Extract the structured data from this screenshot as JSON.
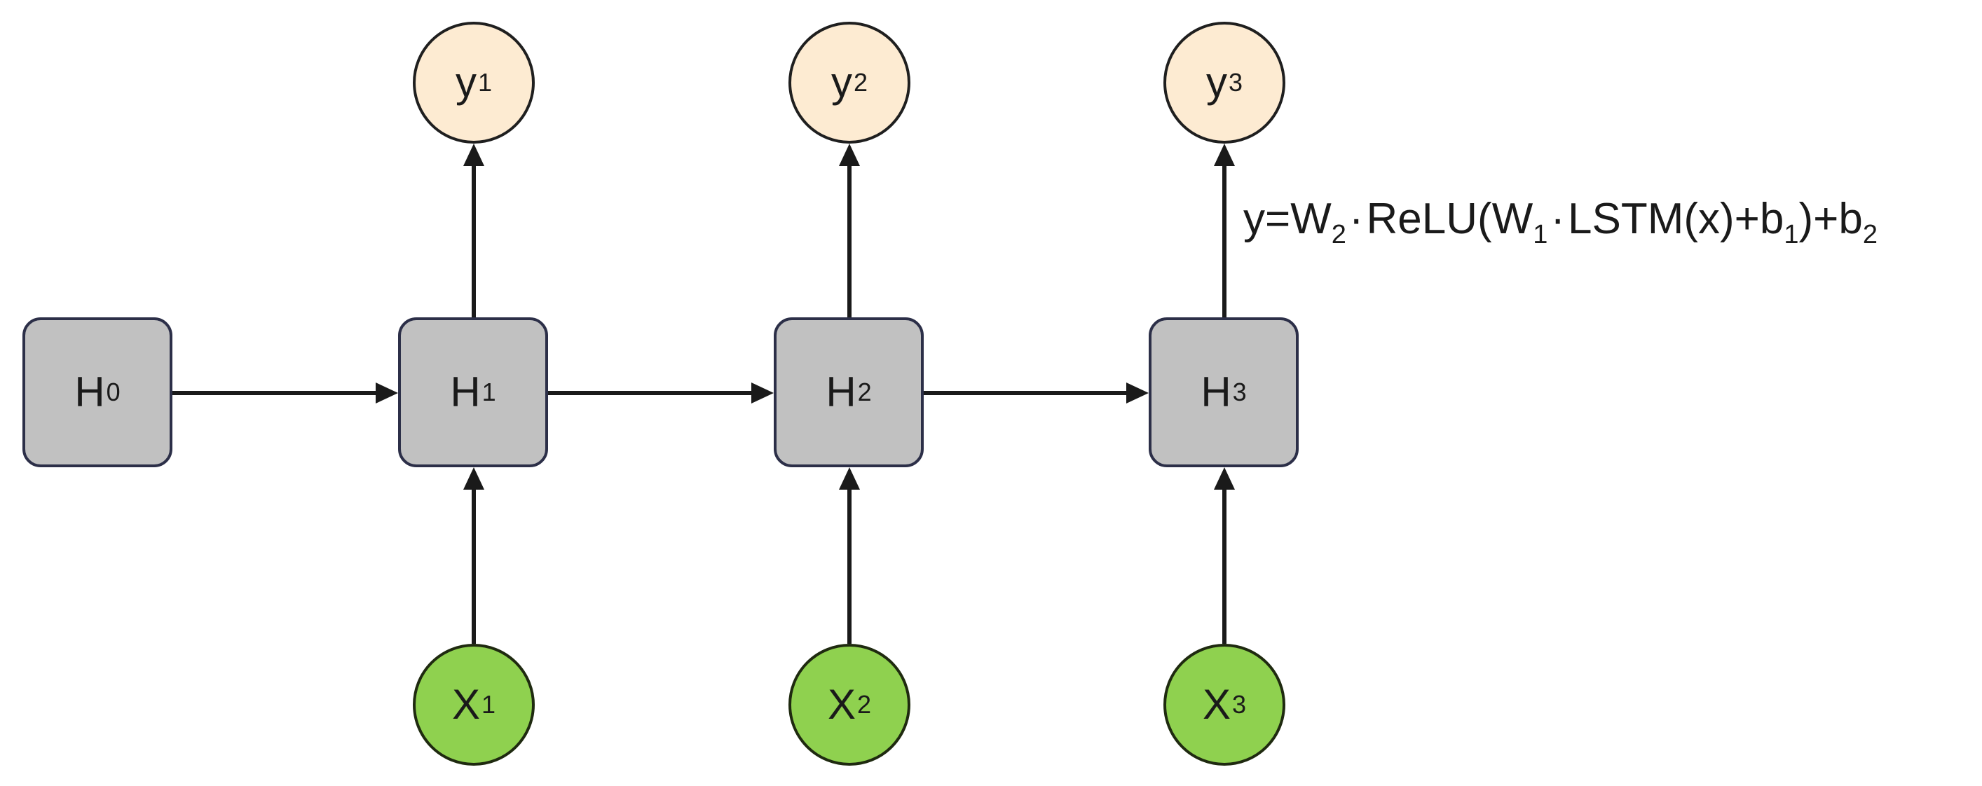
{
  "nodes": {
    "hidden": [
      {
        "main": "H",
        "sub": "0"
      },
      {
        "main": "H",
        "sub": "1"
      },
      {
        "main": "H",
        "sub": "2"
      },
      {
        "main": "H",
        "sub": "3"
      }
    ],
    "inputs": [
      {
        "main": "X",
        "sub": "1"
      },
      {
        "main": "X",
        "sub": "2"
      },
      {
        "main": "X",
        "sub": "3"
      }
    ],
    "outputs": [
      {
        "main": "y",
        "sub": "1"
      },
      {
        "main": "y",
        "sub": "2"
      },
      {
        "main": "y",
        "sub": "3"
      }
    ]
  },
  "formula": {
    "p1": "y=W",
    "s1": "2",
    "dot1": "·",
    "p2": "ReLU(W",
    "s2": "1",
    "dot2": "·",
    "p3": "LSTM(x)+b",
    "s3": "1",
    "p4": ")+b",
    "s4": "2"
  },
  "colors": {
    "hidden_fill": "#c1c1c1",
    "hidden_border": "#2c2f48",
    "input_fill": "#8fd14f",
    "output_fill": "#fdebd2",
    "arrow": "#1a1a1a"
  }
}
